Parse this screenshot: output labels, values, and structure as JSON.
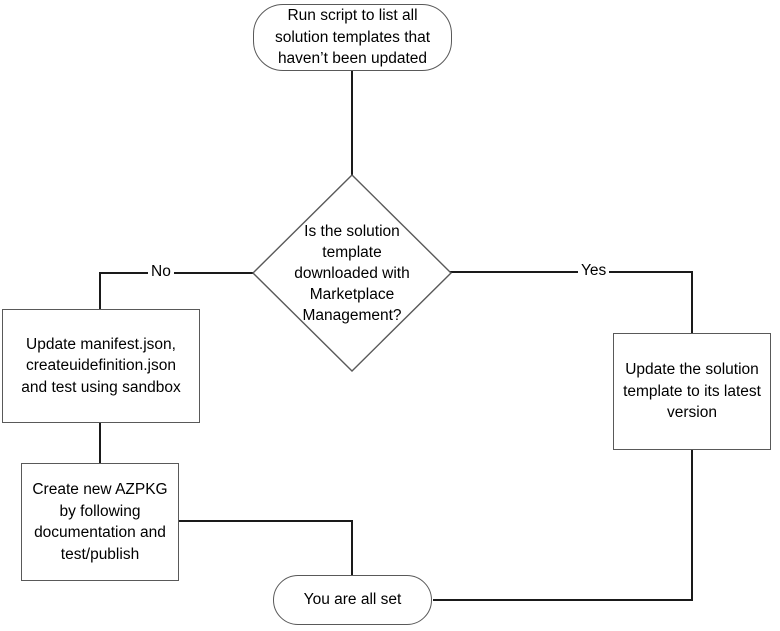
{
  "diagram": {
    "background_color": "#ffffff",
    "shape_fill_color": "#ffffff",
    "shape_border_color": "#595959",
    "connector_color": "#1a1a1a",
    "text_color": "#000000",
    "nodes": {
      "start": {
        "type": "terminator",
        "label": "Run script to list all\nsolution templates that\nhaven’t been updated"
      },
      "decision": {
        "type": "decision",
        "label": "Is the solution\ntemplate\ndownloaded with\nMarketplace\nManagement?"
      },
      "update_manifest": {
        "type": "process",
        "label": "Update manifest.json,\ncreateuidefinition.json\nand test using sandbox"
      },
      "create_azpkg": {
        "type": "process",
        "label": "Create new AZPKG\nby following\ndocumentation and\ntest/publish"
      },
      "update_template": {
        "type": "process",
        "label": "Update the solution\ntemplate to its latest\nversion"
      },
      "end": {
        "type": "terminator",
        "label": "You are all set"
      }
    },
    "edges": [
      {
        "from": "start",
        "to": "decision",
        "label": ""
      },
      {
        "from": "decision",
        "to": "update_manifest",
        "label": "No"
      },
      {
        "from": "decision",
        "to": "update_template",
        "label": "Yes"
      },
      {
        "from": "update_manifest",
        "to": "create_azpkg",
        "label": ""
      },
      {
        "from": "create_azpkg",
        "to": "end",
        "label": ""
      },
      {
        "from": "update_template",
        "to": "end",
        "label": ""
      }
    ]
  }
}
